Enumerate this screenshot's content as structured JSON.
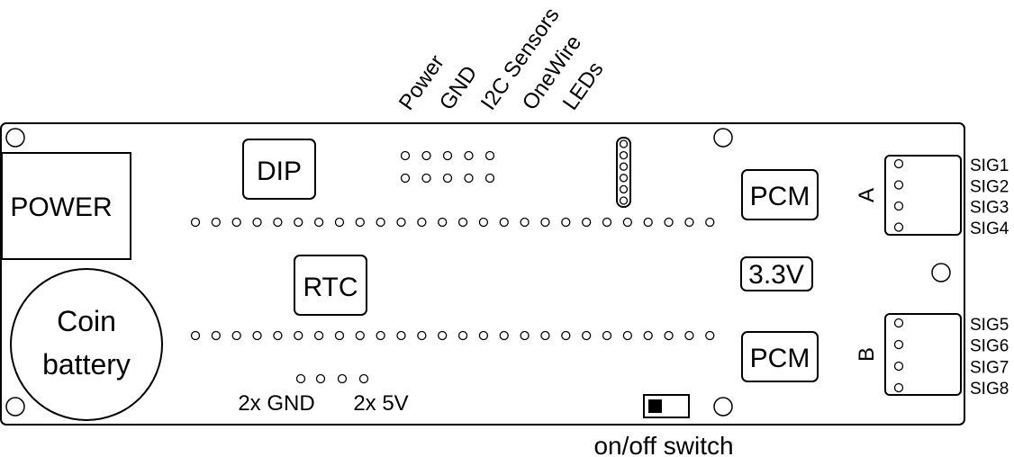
{
  "header_labels": {
    "power": "Power",
    "gnd": "GND",
    "i2c": "I2C Sensors",
    "onewire": "OneWire",
    "leds": "LEDs"
  },
  "components": {
    "power": "POWER",
    "dip": "DIP",
    "rtc": "RTC",
    "coin_line1": "Coin",
    "coin_line2": "battery",
    "pcm_top": "PCM",
    "pcm_bottom": "PCM",
    "regulator": "3.3V"
  },
  "connectors": {
    "a_label": "A",
    "b_label": "B",
    "a_signals": [
      "SIG1",
      "SIG2",
      "SIG3",
      "SIG4"
    ],
    "b_signals": [
      "SIG5",
      "SIG6",
      "SIG7",
      "SIG8"
    ]
  },
  "bottom_labels": {
    "gnd": "2x GND",
    "fivev": "2x 5V",
    "switch": "on/off switch"
  }
}
